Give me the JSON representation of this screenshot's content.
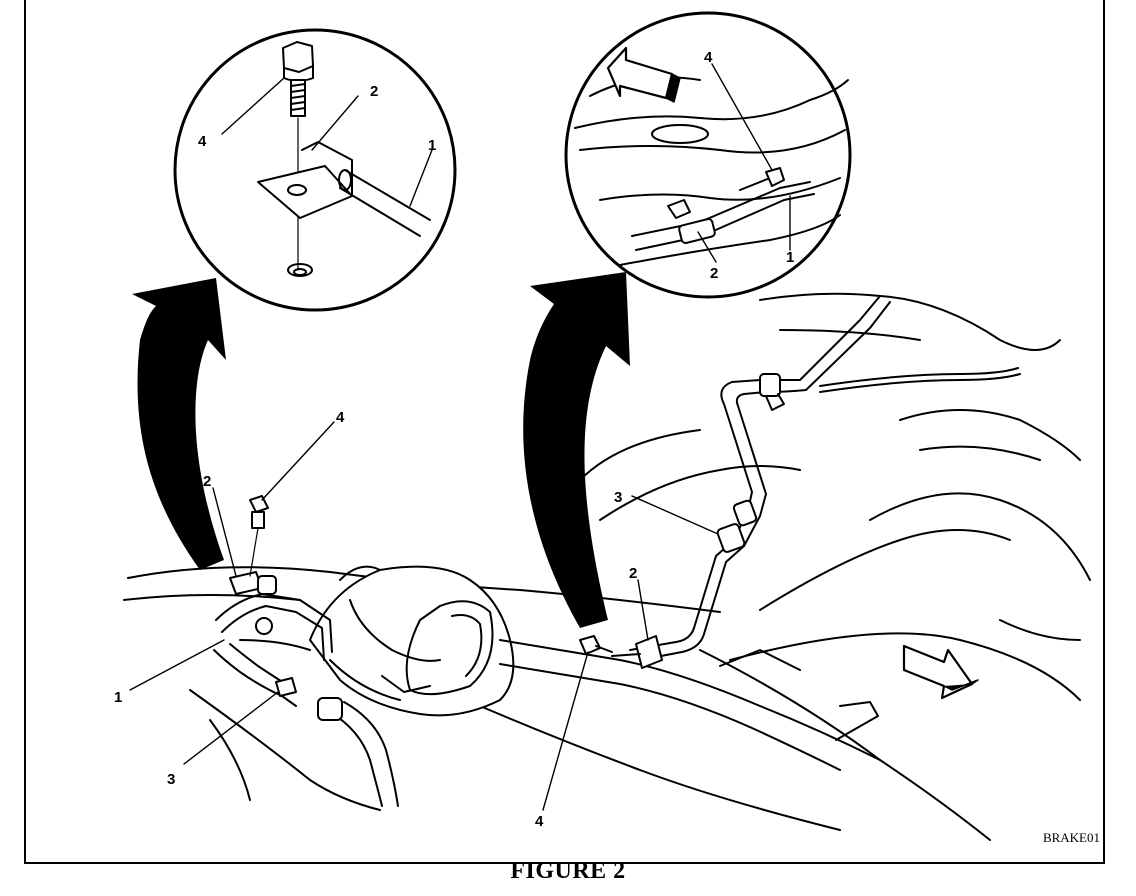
{
  "figure": {
    "caption": "FIGURE 2",
    "code": "BRAKE01"
  },
  "callouts": {
    "inset_left": {
      "bolt": "4",
      "clip": "2",
      "pipe": "1"
    },
    "inset_right": {
      "bolt": "4",
      "clip": "2",
      "pipe": "1"
    },
    "main_left": {
      "bolt": "4",
      "clip": "2",
      "pipe": "1",
      "fitting": "3"
    },
    "main_right": {
      "bolt": "4",
      "clip": "2",
      "fitting": "3"
    }
  },
  "icons": {
    "view_arrows": [
      "curved-arrow-icon",
      "direction-arrow-icon"
    ]
  }
}
